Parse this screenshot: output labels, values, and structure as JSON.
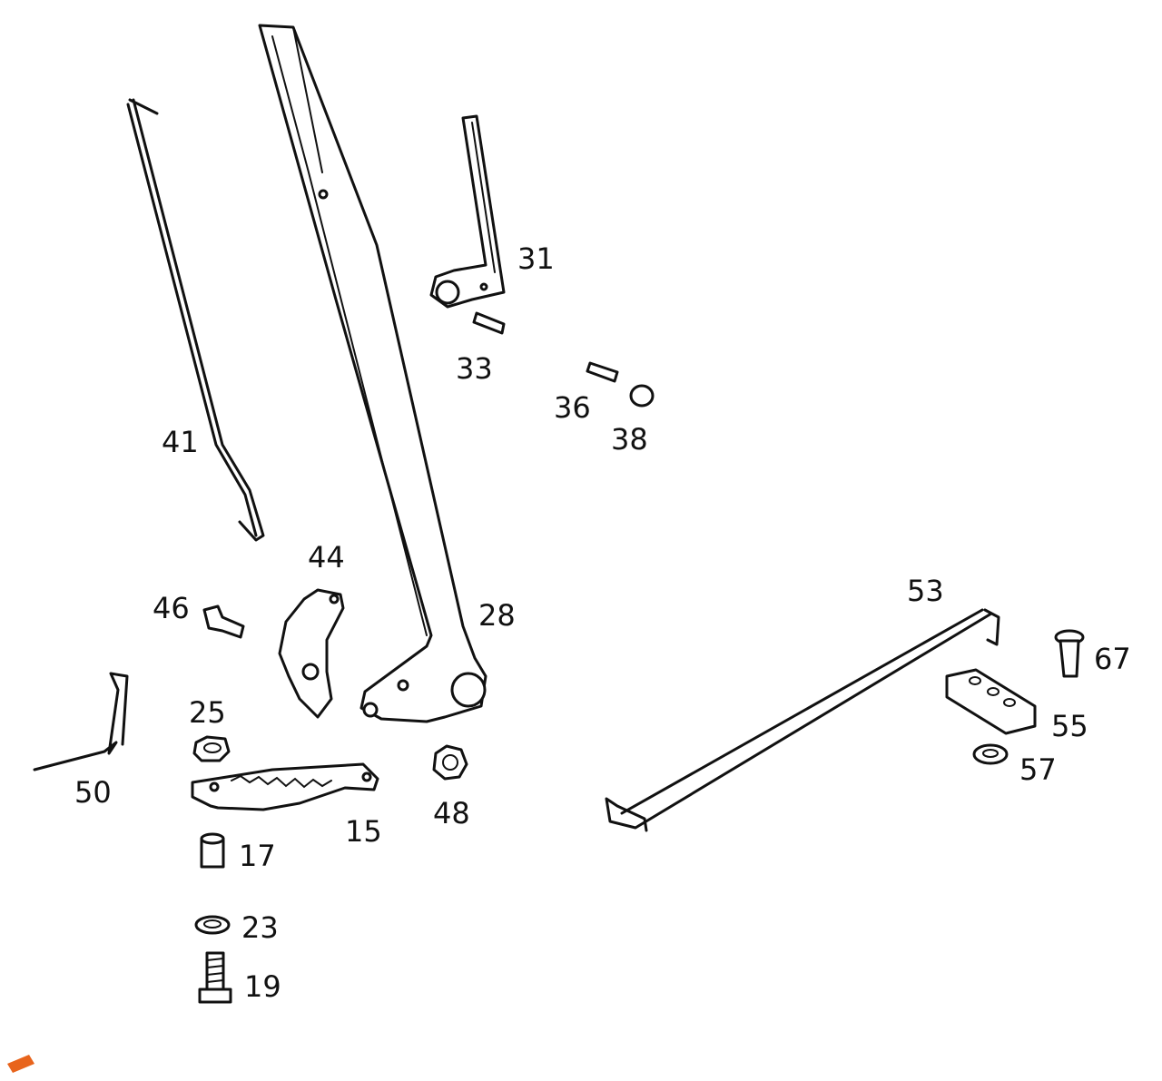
{
  "diagram": {
    "labels": [
      "31",
      "33",
      "36",
      "38",
      "41",
      "44",
      "46",
      "28",
      "53",
      "67",
      "55",
      "57",
      "25",
      "50",
      "15",
      "48",
      "17",
      "23",
      "19"
    ]
  },
  "colors": {
    "line": "#111111",
    "background": "#ffffff",
    "logo": "#e8641c"
  }
}
